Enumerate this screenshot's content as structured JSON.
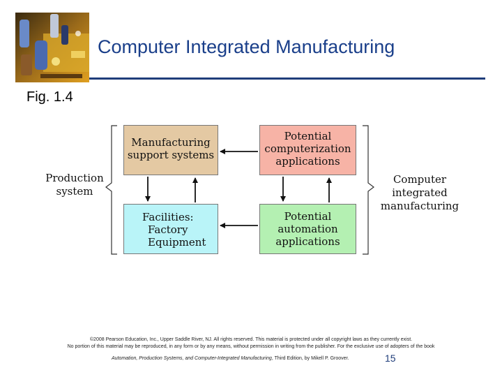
{
  "header": {
    "title": "Computer Integrated Manufacturing",
    "figure_label": "Fig. 1.4"
  },
  "diagram": {
    "manufacturing_support": [
      "Manufacturing",
      "support systems"
    ],
    "potential_computerization": [
      "Potential",
      "computerization",
      "applications"
    ],
    "facilities": [
      "Facilities:",
      "Factory",
      "Equipment"
    ],
    "potential_automation": [
      "Potential",
      "automation",
      "applications"
    ],
    "production_system": [
      "Production",
      "system"
    ],
    "cim": [
      "Computer",
      "integrated",
      "manufacturing"
    ]
  },
  "footer": {
    "copyright": "©2008 Pearson Education, Inc., Upper Saddle River, NJ. All rights reserved. This material is protected under all copyright laws as they currently exist.",
    "permission": "No portion of this material may be reproduced, in any form or by any means, without permission in writing from the publisher. For the exclusive use of adopters of the book",
    "book_title": "Automation, Production Systems, and Computer-Integrated Manufacturing",
    "edition": ", Third Edition, by Mikell P. Groover.",
    "page_number": "15"
  },
  "colors": {
    "title": "#1a3f8a",
    "rule": "#1f3d7a",
    "manufacturing_support_fill": "#e4c9a3",
    "potential_computerization_fill": "#f7b3a6",
    "facilities_fill": "#b9f4f8",
    "potential_automation_fill": "#b4f0b2"
  }
}
